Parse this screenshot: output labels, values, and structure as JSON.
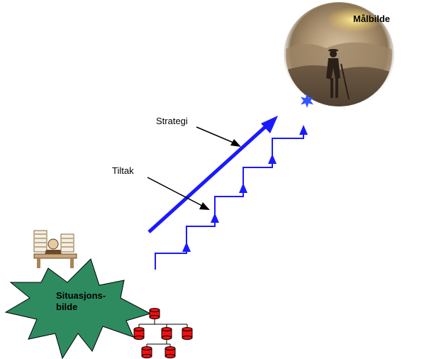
{
  "labels": {
    "target": "Målbilde",
    "strategy": "Strategi",
    "measures": "Tiltak",
    "situation_line1": "Situasjons-",
    "situation_line2": "bilde"
  },
  "colors": {
    "arrow_blue": "#1a1aff",
    "starburst_green": "#2e8b60",
    "cylinder_red": "#ee1111",
    "sun_glow": "#f0c84a"
  },
  "icons": {
    "target_image": "hiker-landscape-vignette",
    "situation_image": "overworked-office-worker-clipart",
    "network_image": "database-network-icon",
    "goal_marker": "blue-star-icon"
  }
}
